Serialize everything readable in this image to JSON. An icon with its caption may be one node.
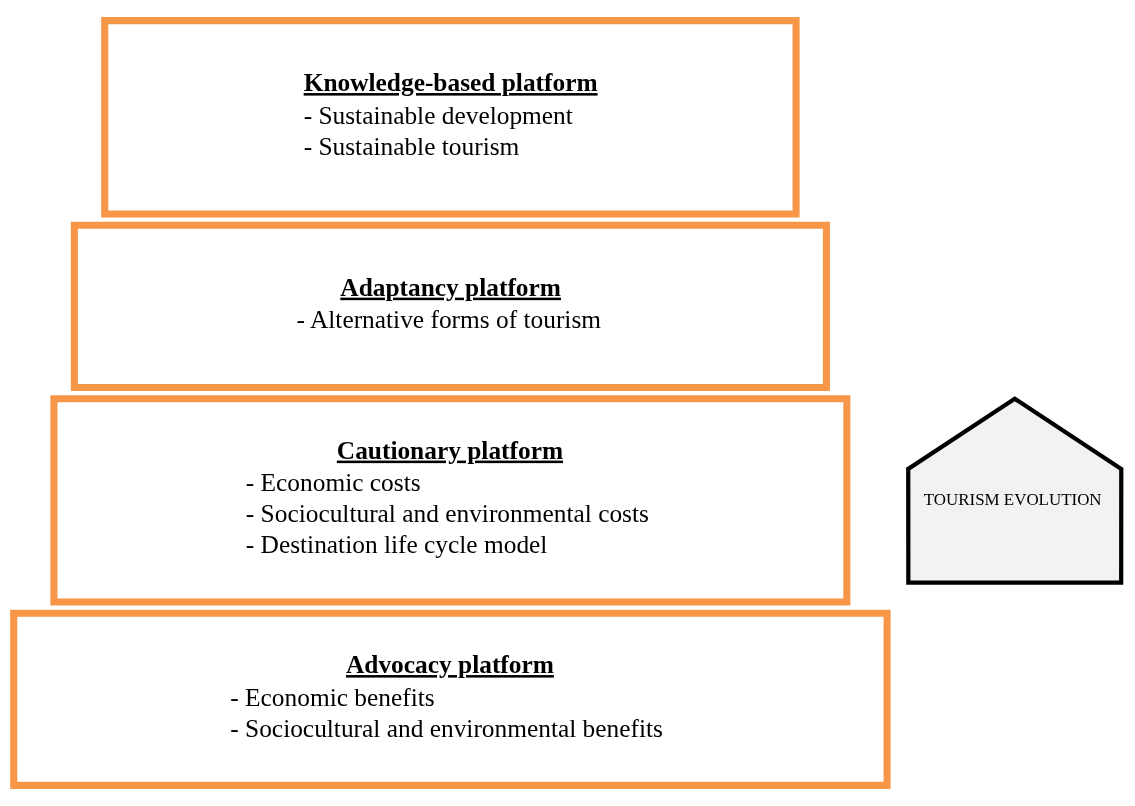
{
  "diagram": {
    "nodes": [
      {
        "text": [
          "Knowledge-based platform",
          "- Sustainable development",
          "- Sustainable tourism"
        ]
      },
      {
        "text": [
          "Adaptancy platform",
          "- Alternative forms of tourism"
        ]
      },
      {
        "text": [
          "Cautionary platform",
          "- Economic costs",
          "- Sociocultural and environmental costs",
          "- Destination life cycle model"
        ]
      },
      {
        "text": [
          "Advocacy platform",
          "- Economic benefits",
          "- Sociocultural and environmental benefits"
        ]
      },
      {
        "text": [
          "TOURISM EVOLUTION"
        ]
      }
    ],
    "edges": []
  }
}
